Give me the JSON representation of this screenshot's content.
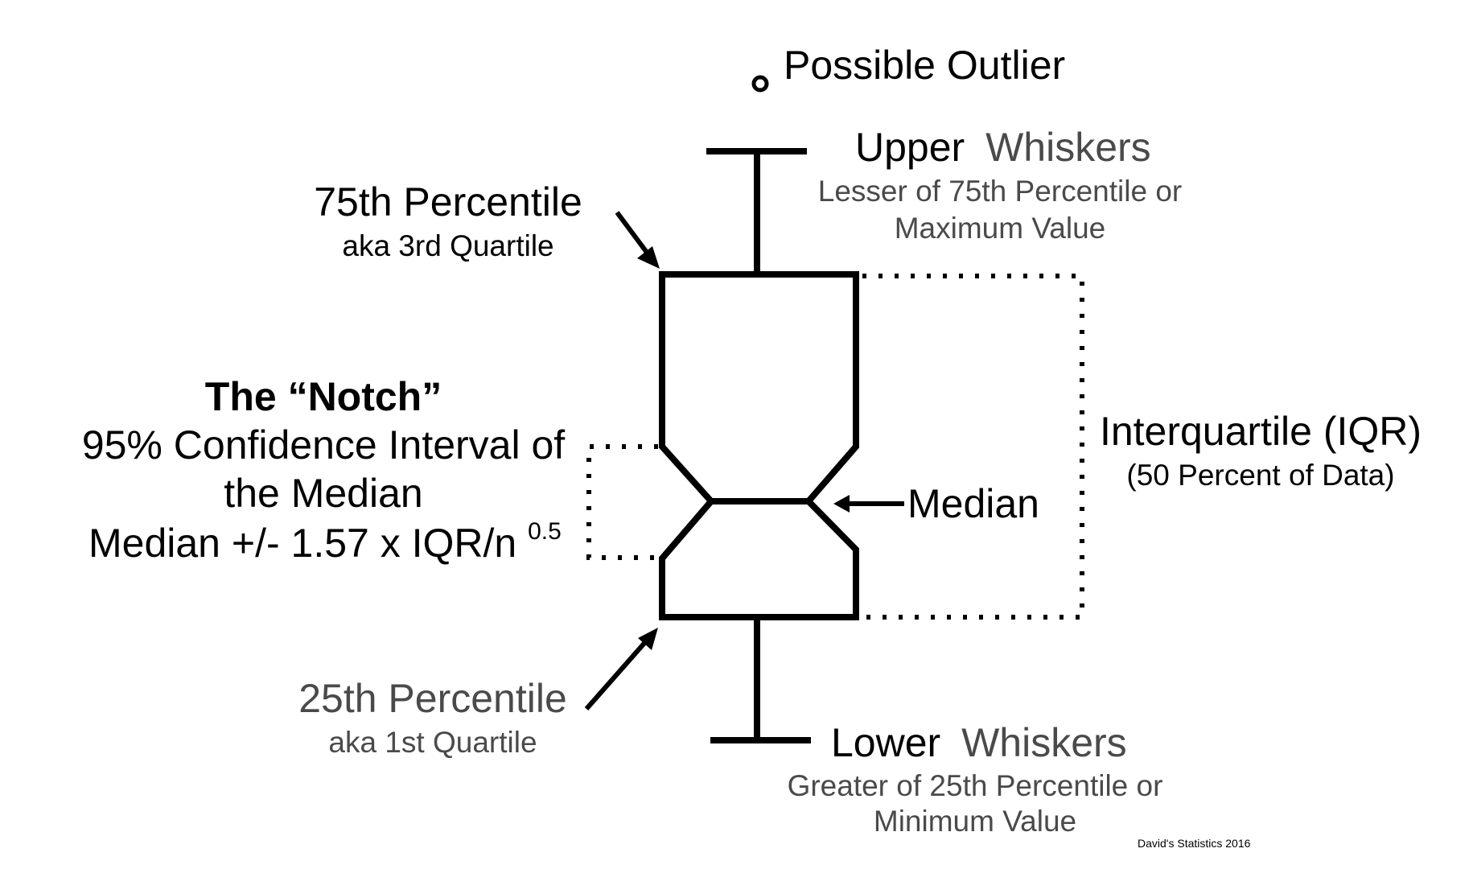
{
  "colors": {
    "ink": "#000000",
    "secondary_text": "#4a4a4a",
    "background": "#ffffff"
  },
  "outlier": {
    "label": "Possible Outlier"
  },
  "upper_whisker": {
    "title_part1": "Upper",
    "title_part2": "Whiskers",
    "desc_line1": "Lesser of 75th Percentile or",
    "desc_line2": "Maximum Value"
  },
  "q3": {
    "title": "75th Percentile",
    "subtitle": "aka 3rd Quartile"
  },
  "notch": {
    "title": "The “Notch”",
    "line1": "95% Confidence Interval of",
    "line2": "the Median",
    "formula_text": "Median +/- 1.57 x IQR/n",
    "formula_exponent": "0.5"
  },
  "median": {
    "label": "Median"
  },
  "iqr": {
    "title": "Interquartile (IQR)",
    "subtitle": "(50 Percent of Data)"
  },
  "q1": {
    "title": "25th Percentile",
    "subtitle": "aka 1st Quartile"
  },
  "lower_whisker": {
    "title_part1": "Lower",
    "title_part2": "Whiskers",
    "desc_line1": "Greater of 25th Percentile or",
    "desc_line2": "Minimum Value"
  },
  "credit": "David's Statistics 2016"
}
